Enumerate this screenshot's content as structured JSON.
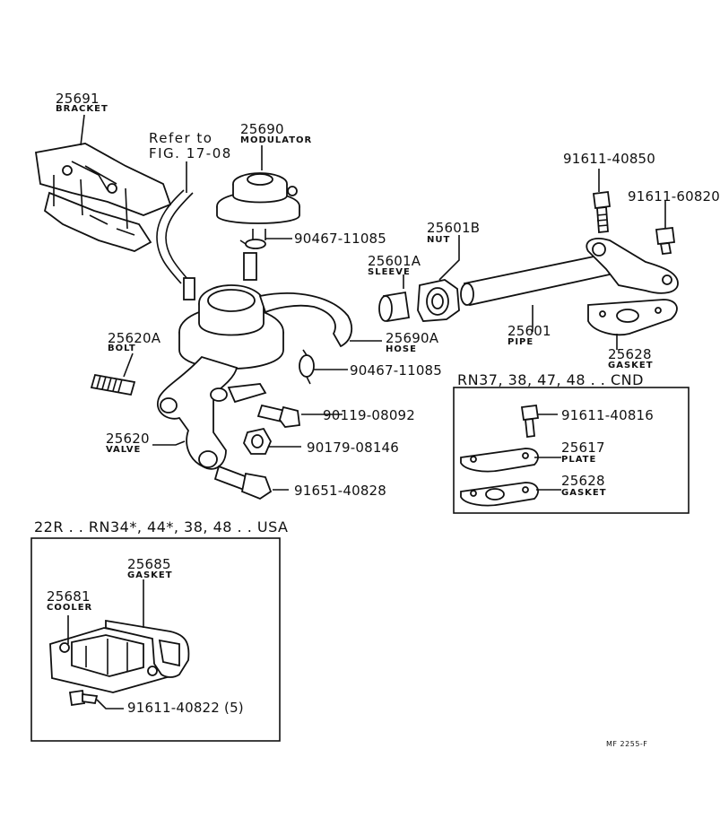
{
  "parts": {
    "bracket": {
      "number": "25691",
      "name": "BRACKET"
    },
    "modulator": {
      "number": "25690",
      "name": "MODULATOR"
    },
    "refer": {
      "line1": "Refer to",
      "line2": "FIG. 17-08"
    },
    "clamp_top": {
      "number": "90467-11085"
    },
    "nut": {
      "number": "25601B",
      "name": "NUT"
    },
    "sleeve": {
      "number": "25601A",
      "name": "SLEEVE"
    },
    "bolt_top1": {
      "number": "91611-40850"
    },
    "bolt_top2": {
      "number": "91611-60820"
    },
    "bolt": {
      "number": "25620A",
      "name": "BOLT"
    },
    "hose": {
      "number": "25690A",
      "name": "HOSE"
    },
    "pipe": {
      "number": "25601",
      "name": "PIPE"
    },
    "gasket_top": {
      "number": "25628",
      "name": "GASKET"
    },
    "clamp_mid": {
      "number": "90467-11085"
    },
    "plug": {
      "number": "90119-08092"
    },
    "union": {
      "number": "90179-08146"
    },
    "valve": {
      "number": "25620",
      "name": "VALVE"
    },
    "bolt_valve": {
      "number": "91651-40828"
    }
  },
  "box_cnd": {
    "title": "RN37, 38, 47, 48 . . CND",
    "bolt": {
      "number": "91611-40816"
    },
    "plate": {
      "number": "25617",
      "name": "PLATE"
    },
    "gasket": {
      "number": "25628",
      "name": "GASKET"
    }
  },
  "box_usa": {
    "title": "22R . . RN34*, 44*, 38, 48 . . USA",
    "gasket": {
      "number": "25685",
      "name": "GASKET"
    },
    "cooler": {
      "number": "25681",
      "name": "COOLER"
    },
    "bolt": {
      "number": "91611-40822 (5)"
    }
  },
  "footer_code": "MF  2255-F"
}
